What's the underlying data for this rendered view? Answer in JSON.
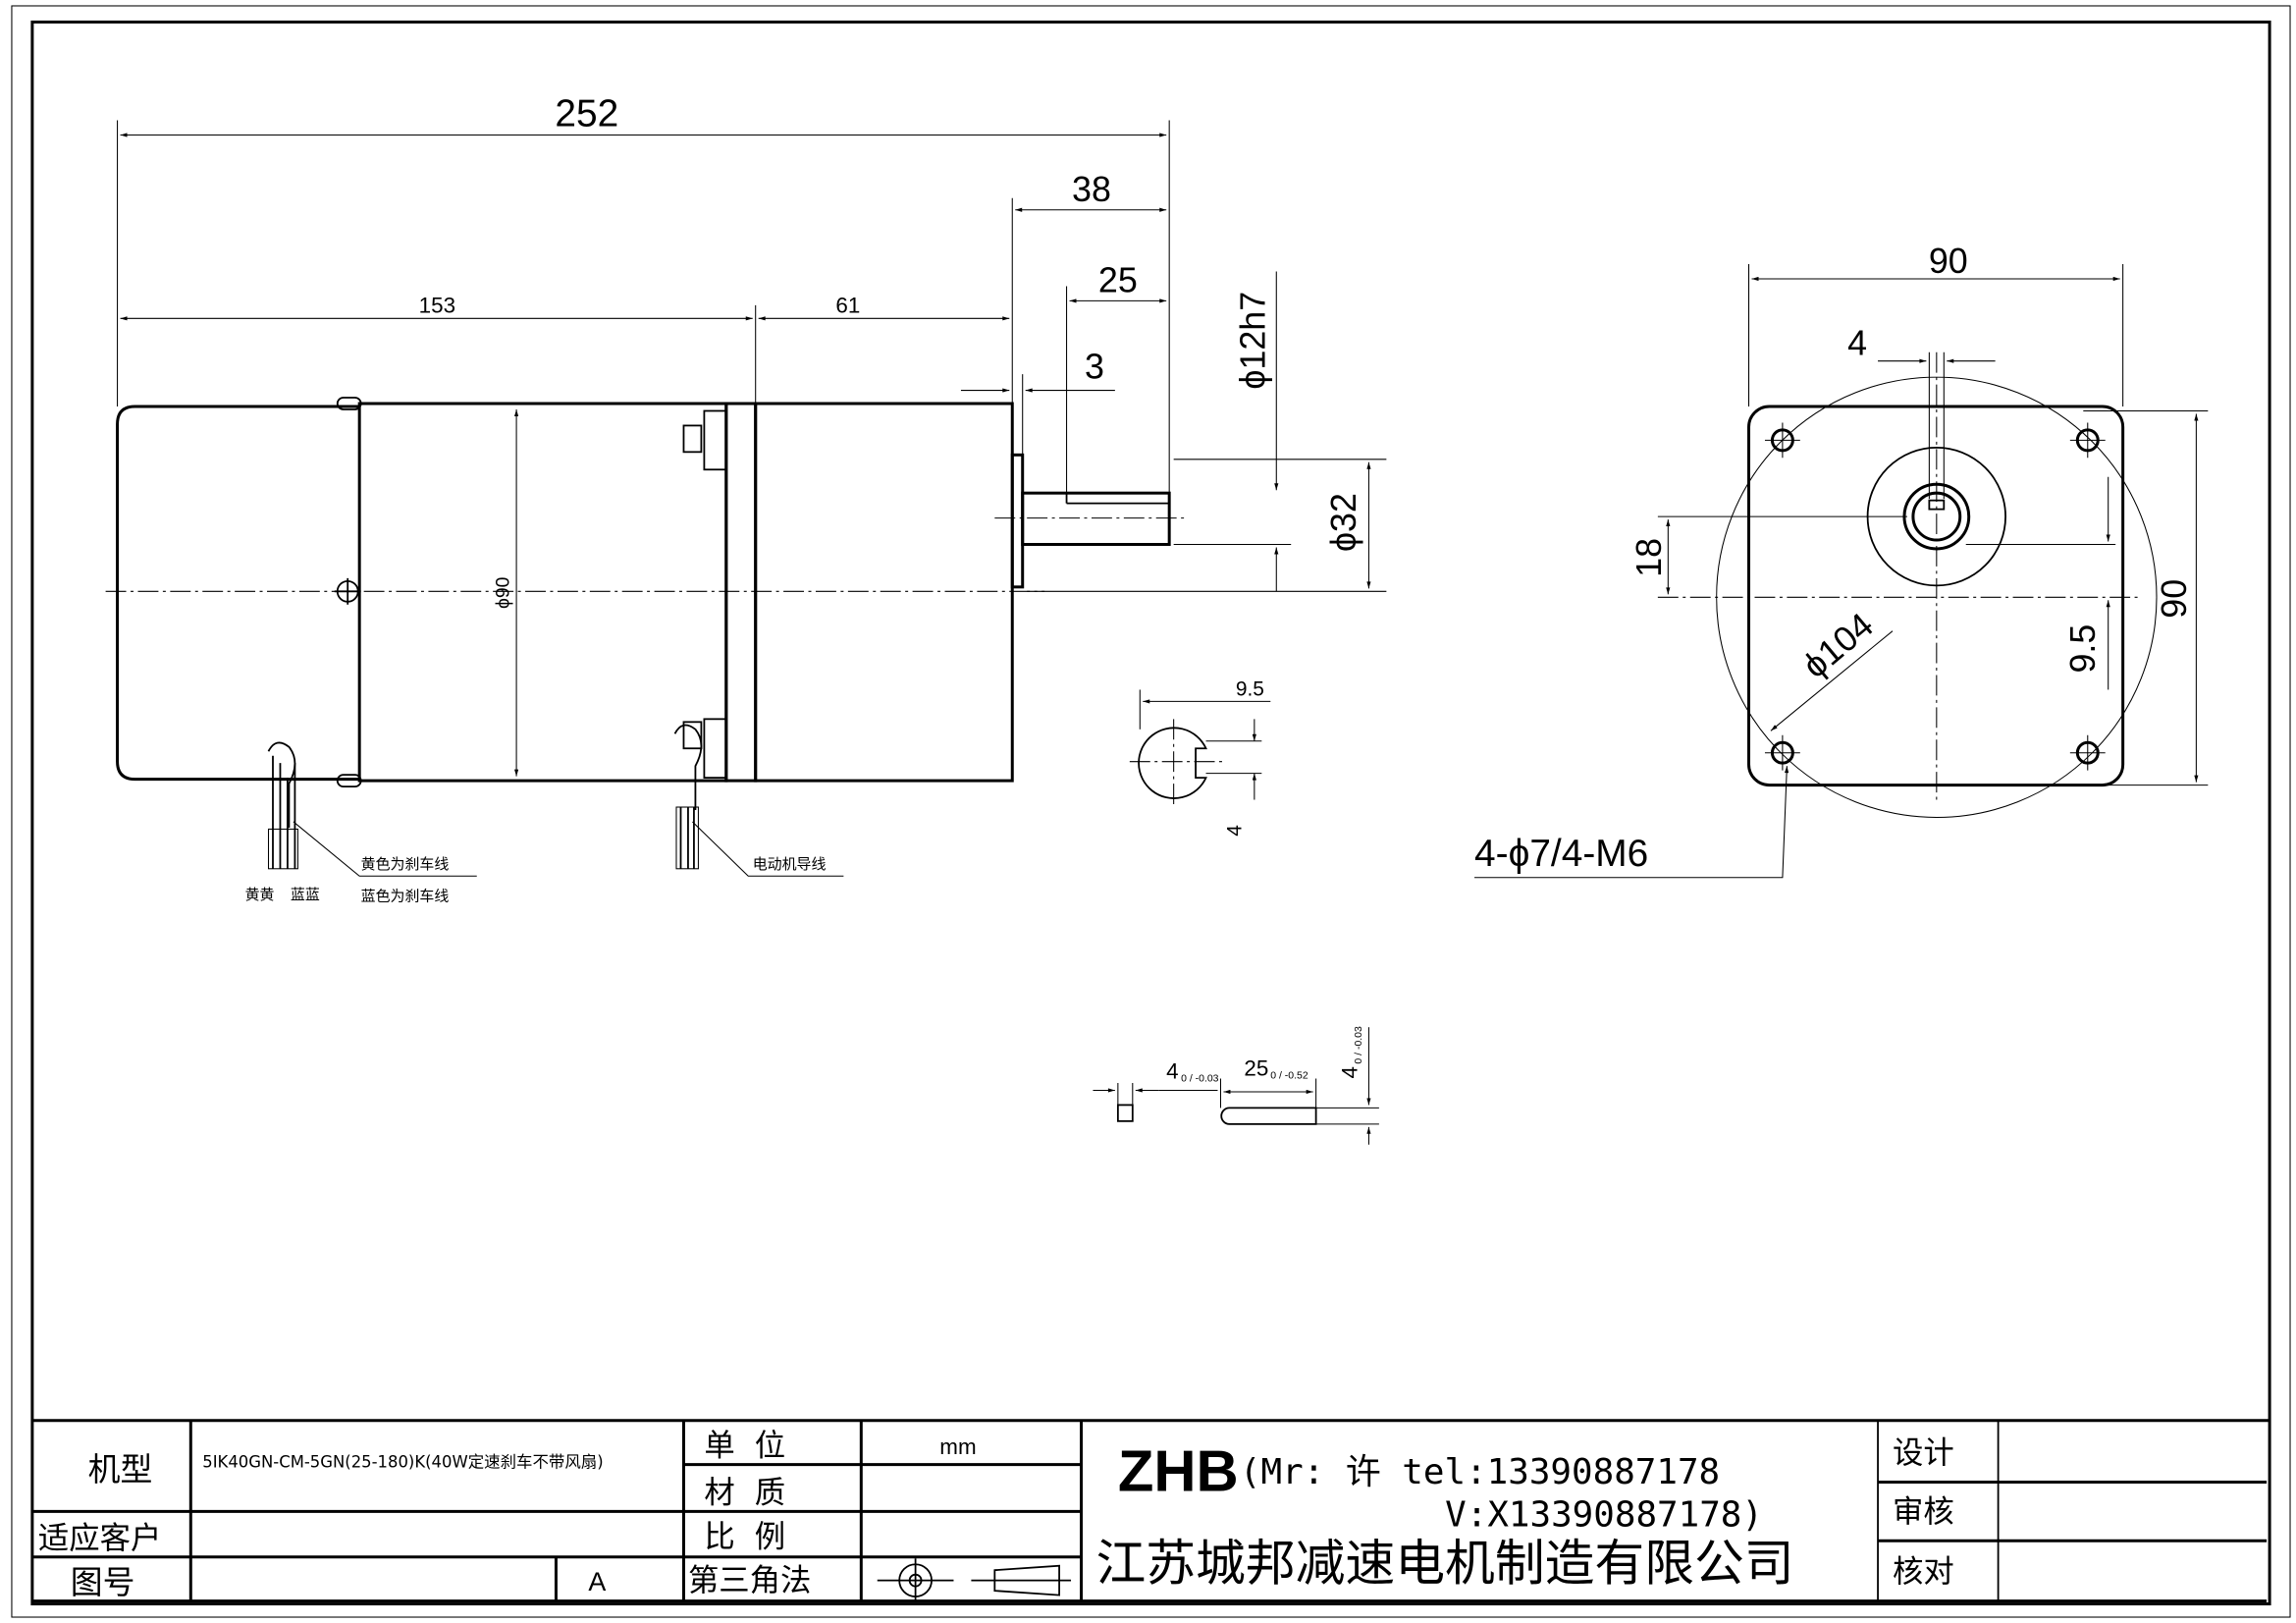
{
  "dimensions": {
    "overall_length": "252",
    "shaft_extension": "38",
    "shaft_key_length": "25",
    "flange_step": "3",
    "motor_length": "153",
    "gearbox_length": "61",
    "shaft_diameter": "ϕ12h7",
    "boss_diameter": "ϕ32",
    "body_diameter": "ϕ90",
    "section_width": "9.5",
    "section_key": "4",
    "front_width": "90",
    "key_width_top": "4",
    "front_height": "90",
    "shaft_offset": "18",
    "hole_offset": "9.5",
    "pcd": "ϕ104",
    "mount_holes": "4-ϕ7/4-M6"
  },
  "key_detail": {
    "width": "4",
    "width_tol": "0 / -0.03",
    "length": "25",
    "length_tol": "0 / -0.52",
    "height": "4",
    "height_tol": "0 / -0.03"
  },
  "wire_labels": {
    "yellow": "黄黄",
    "blue": "蓝蓝",
    "yellow_brake": "黄色为刹车线",
    "blue_brake": "蓝色为刹车线",
    "motor_lead": "电动机导线"
  },
  "title_block": {
    "model_label": "机型",
    "model_value": "5IK40GN-CM-5GN(25-180)K(40W定速刹车不带风扇)",
    "customer_label": "适应客户",
    "drawing_no_label": "图号",
    "revision": "A",
    "unit_label": "单  位",
    "unit_value": "mm",
    "material_label": "材  质",
    "scale_label": "比  例",
    "projection_label": "第三角法",
    "brand": "ZHB",
    "contact_line1": "(Mr: 许 tel:13390887178",
    "contact_line2": "V:X13390887178)",
    "company": "江苏城邦减速电机制造有限公司",
    "design_label": "设计",
    "review_label": "审核",
    "check_label": "核对"
  }
}
